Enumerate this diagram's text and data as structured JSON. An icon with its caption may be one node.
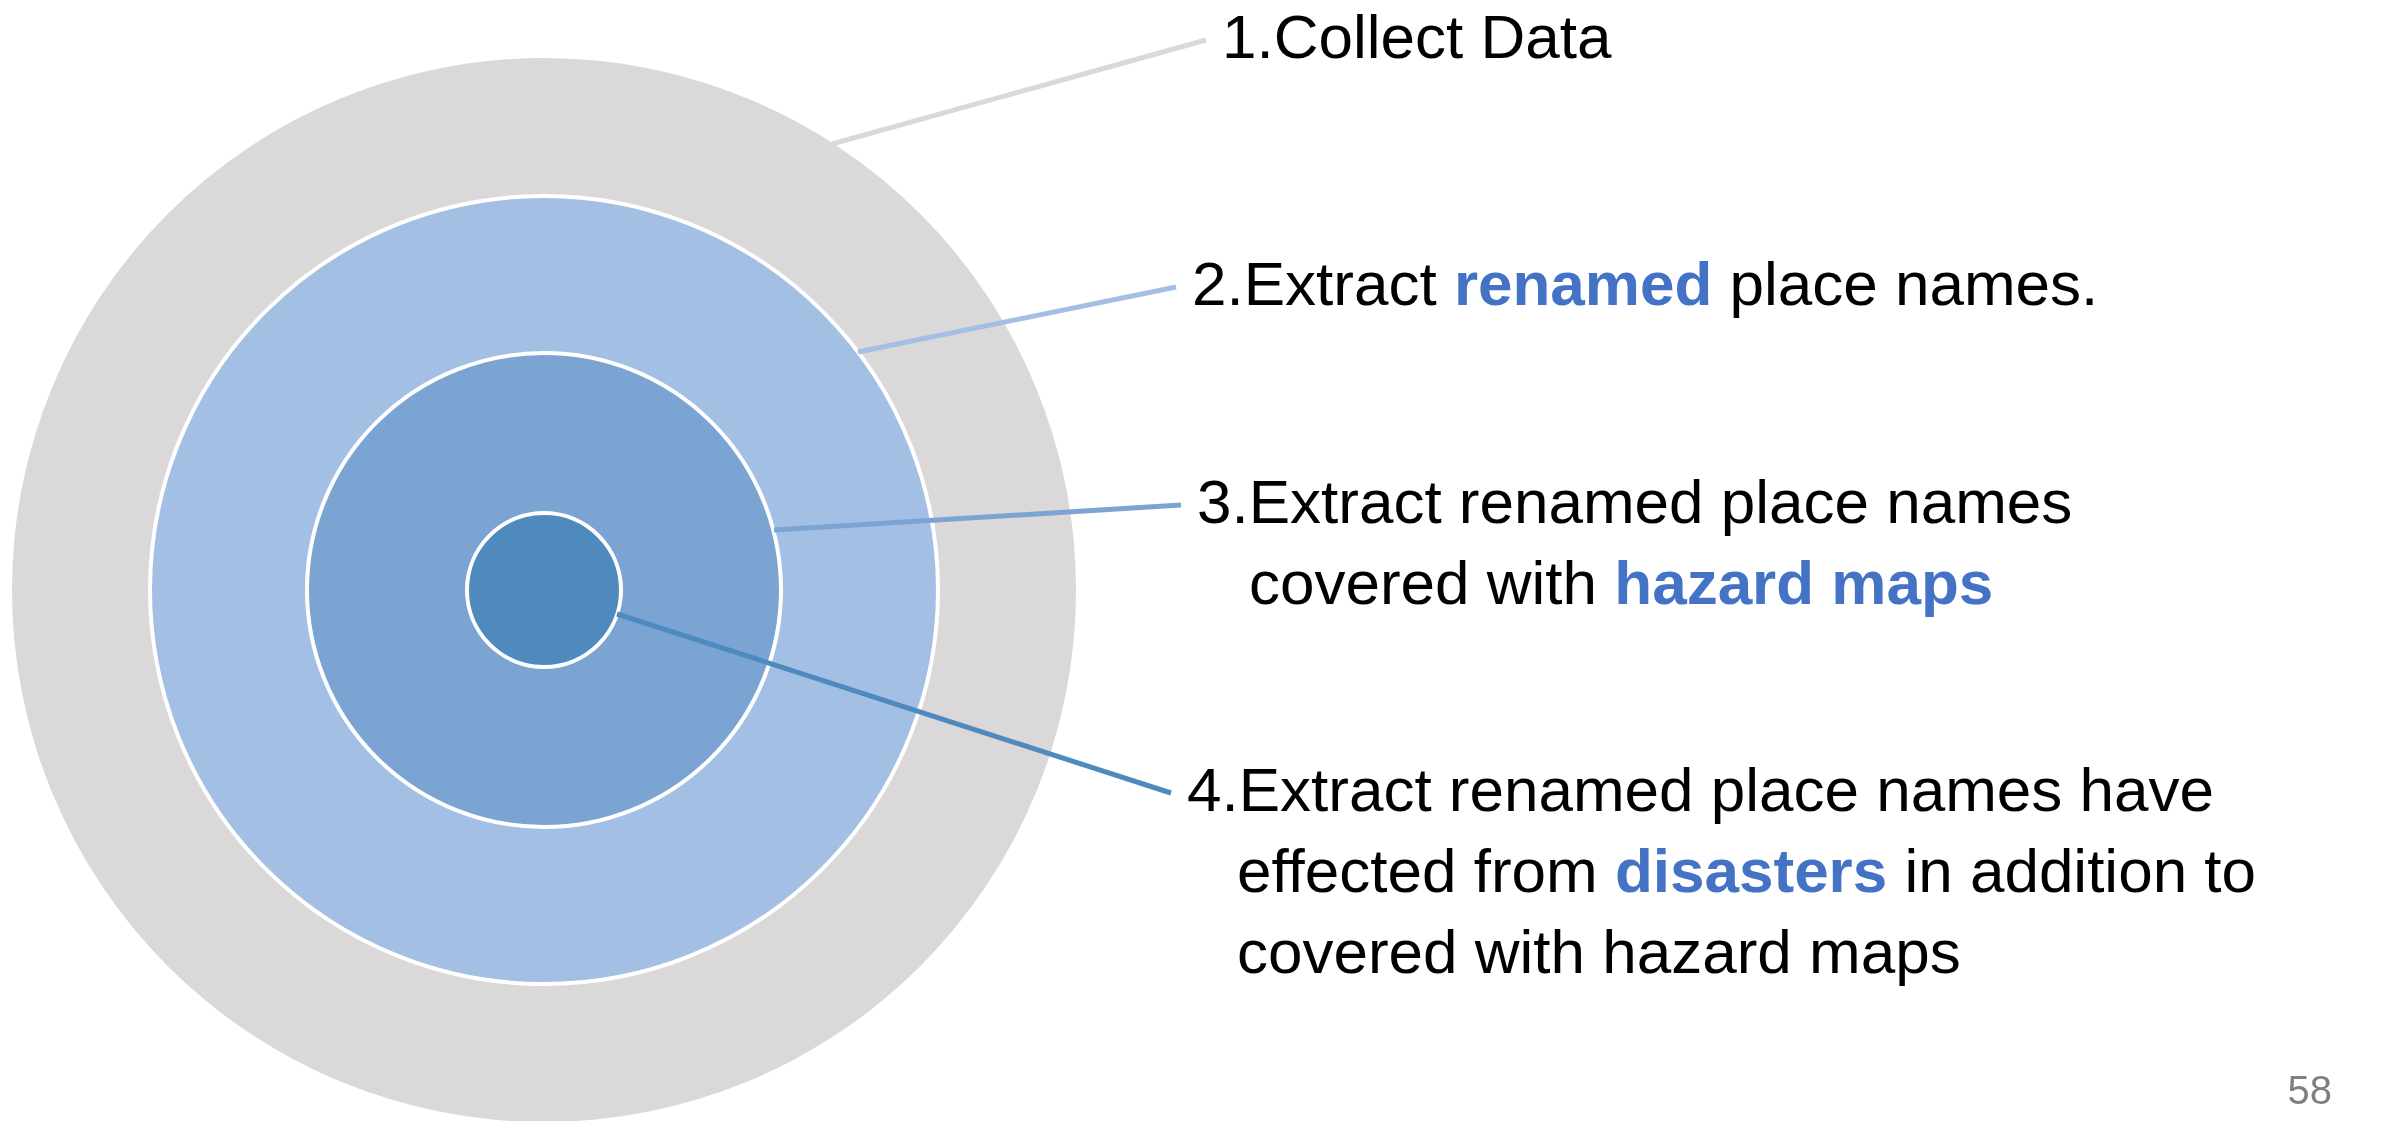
{
  "diagram": {
    "nodes": [
      {
        "text": [],
        "shape": "circle"
      },
      {
        "text": [],
        "shape": "circle",
        "in": 0
      },
      {
        "text": [],
        "shape": "circle",
        "in": 1
      },
      {
        "text": [],
        "shape": "circle",
        "in": 2
      },
      {
        "text": [
          "1.Collect Data"
        ]
      },
      {
        "text": [
          "2.Extract **renamed** place names."
        ]
      },
      {
        "text": [
          "3.Extract renamed place names covered with **hazard maps**"
        ]
      },
      {
        "text": [
          "4.Extract renamed place names have effected from **disasters** in addition to covered with hazard maps"
        ]
      }
    ],
    "edges": [
      {
        "from": 4,
        "to": 0,
        "arrow": "none",
        "color": "#d9d9d9"
      },
      {
        "from": 5,
        "to": 1,
        "arrow": "none",
        "color": "#a4bfe4"
      },
      {
        "from": 6,
        "to": 2,
        "arrow": "none",
        "color": "#7ba4d2"
      },
      {
        "from": 7,
        "to": 3,
        "arrow": "none",
        "color": "#4f8abf"
      }
    ],
    "labels": [
      "58"
    ]
  }
}
